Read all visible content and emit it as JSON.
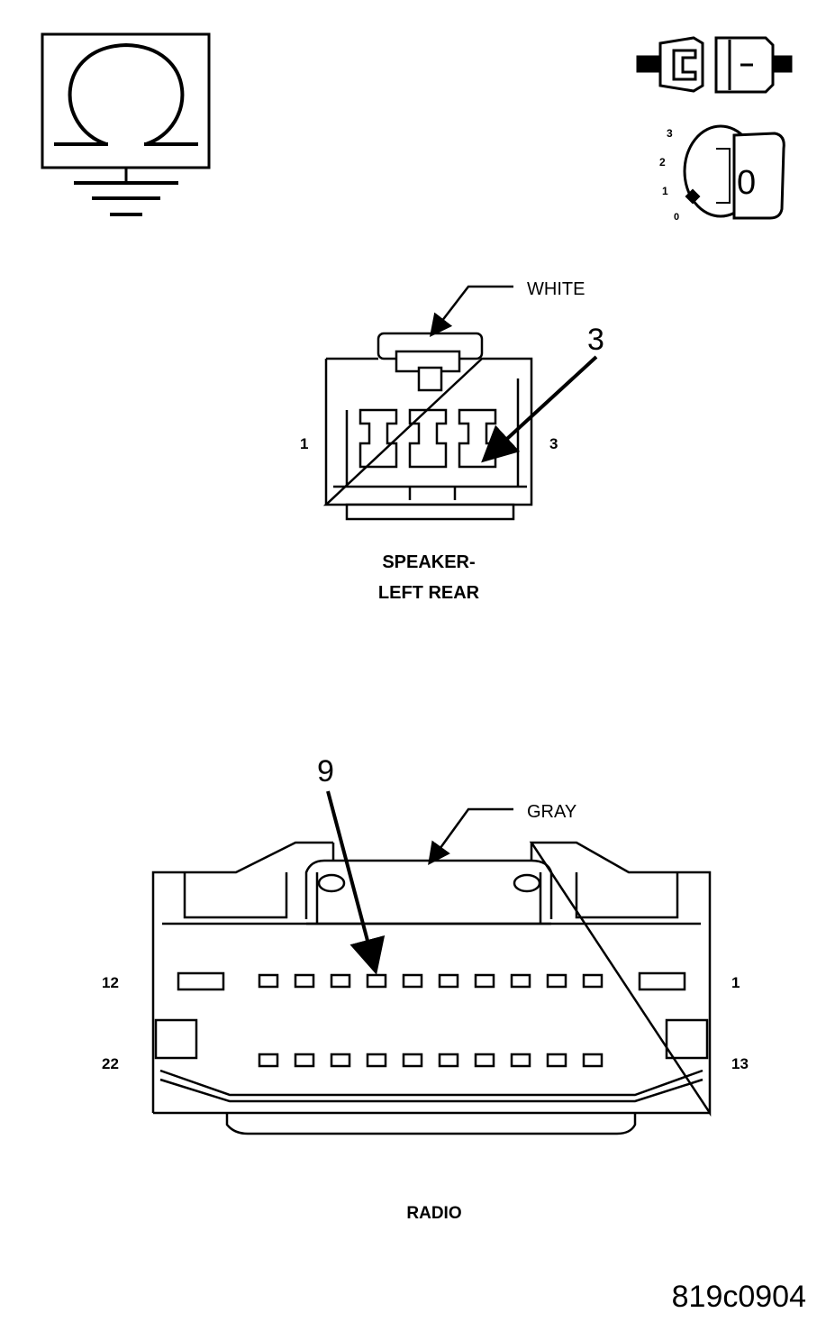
{
  "ignition_key": {
    "positions": [
      "3",
      "2",
      "1",
      "0"
    ],
    "key_mark": "0"
  },
  "speaker_connector": {
    "color_label": "WHITE",
    "callout_pin": "3",
    "left_pin": "1",
    "right_pin": "3",
    "title_line1": "SPEAKER-",
    "title_line2": "LEFT REAR"
  },
  "radio_connector": {
    "callout_pin": "9",
    "color_label": "GRAY",
    "row1_left": "12",
    "row1_right": "1",
    "row2_left": "22",
    "row2_right": "13",
    "title": "RADIO"
  },
  "figure_id": "819c0904"
}
